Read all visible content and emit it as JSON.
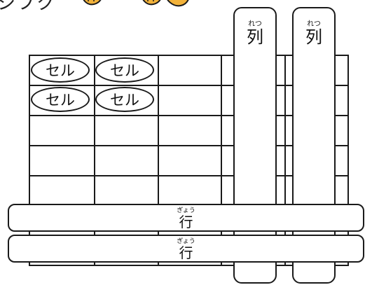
{
  "top_fragment": {
    "text": "シフク"
  },
  "cells": [
    {
      "label": "セル"
    },
    {
      "label": "セル"
    },
    {
      "label": "セル"
    },
    {
      "label": "セル"
    }
  ],
  "columns": [
    {
      "ruby": "れつ",
      "kanji": "列"
    },
    {
      "ruby": "れつ",
      "kanji": "列"
    }
  ],
  "rows": [
    {
      "ruby": "ぎょう",
      "kanji": "行"
    },
    {
      "ruby": "ぎょう",
      "kanji": "行"
    }
  ],
  "colors": {
    "line": "#1a1a1a",
    "paw": "#f2b23a",
    "background": "#ffffff"
  },
  "icons": [
    "paw-icon",
    "paw-icon",
    "cat-face-icon"
  ]
}
